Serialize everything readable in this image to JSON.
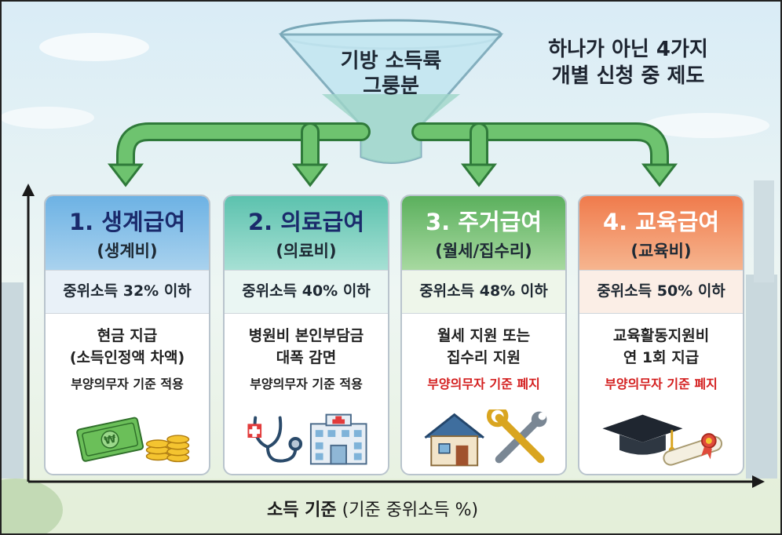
{
  "funnel": {
    "line1": "기방 소득륙",
    "line2": "그룽분"
  },
  "headline": {
    "line1": "하나가 아닌 4가지",
    "line2": "개별 신청 중 제도"
  },
  "cards": [
    {
      "title": "1. 생계급여",
      "subtitle": "(생계비)",
      "criterion": "중위소득 32% 이하",
      "desc1": "현금 지급",
      "desc2": "(소득인정액 차액)",
      "note": "부양의무자 기준 적용",
      "header_color": "#5aa4dc",
      "title_color": "#1a2a6b",
      "note_color": "#1f1f1f",
      "icon": "money-icon"
    },
    {
      "title": "2. 의료급여",
      "subtitle": "(의료비)",
      "criterion": "중위소득 40% 이하",
      "desc1": "병원비 본인부담금",
      "desc2": "대폭 감면",
      "note": "부양의무자 기준 적용",
      "header_color": "#5fc6b3",
      "title_color": "#1a2a6b",
      "note_color": "#1f1f1f",
      "icon": "medical-icon"
    },
    {
      "title": "3. 주거급여",
      "subtitle": "(월세/집수리)",
      "criterion": "중위소득 48% 이하",
      "desc1": "월세 지원 또는",
      "desc2": "집수리 지원",
      "note": "부양의무자 기준 폐지",
      "header_color": "#6fbf70",
      "title_color": "#ffffff",
      "note_color": "#d42020",
      "icon": "house-icon"
    },
    {
      "title": "4. 교육급여",
      "subtitle": "(교육비)",
      "criterion": "중위소득 50% 이하",
      "desc1": "교육활동지원비",
      "desc2": "연 1회 지급",
      "note": "부양의무자 기준 폐지",
      "header_color": "#f2865a",
      "title_color": "#ffffff",
      "note_color": "#d42020",
      "icon": "graduation-icon"
    }
  ],
  "xaxis": {
    "bold": "소득 기준",
    "rest": "(기준 중위소득 %)"
  },
  "colors": {
    "arrow": "#4daa57",
    "arrow_dark": "#2f7a3a",
    "funnel": "#bfe6f2"
  }
}
